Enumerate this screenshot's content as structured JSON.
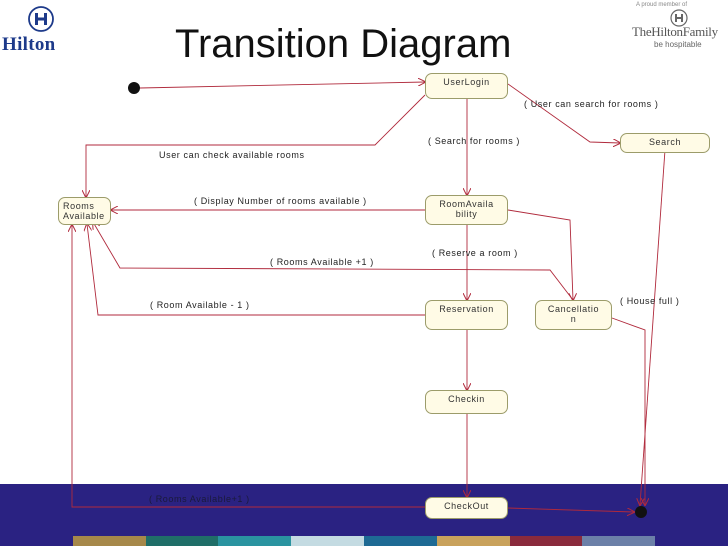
{
  "title": "Transition Diagram",
  "logo_left": {
    "text": "Hilton"
  },
  "logo_right": {
    "tagline": "A proud member of",
    "family": "TheHiltonFamily",
    "slogan": "be hospitable"
  },
  "states": {
    "user_login": "UserLogin",
    "search": "Search",
    "rooms_available_1": "Rooms",
    "rooms_available_2": "Available",
    "room_availability_1": "RoomAvaila",
    "room_availability_2": "bility",
    "reservation": "Reservation",
    "cancellation_1": "Cancellatio",
    "cancellation_2": "n",
    "checkin": "Checkin",
    "checkout": "CheckOut"
  },
  "transitions": {
    "user_can_search": "( User can search for rooms )",
    "search_for_rooms": "( Search for rooms )",
    "user_can_check": "User can check available rooms",
    "display_number": "( Display Number of rooms available )",
    "reserve_room": "( Reserve a room )",
    "rooms_available_plus": "( Rooms Available +1 )",
    "room_available_minus": "( Room Available - 1 )",
    "house_full": "( House full )",
    "rooms_available_plus_bottom": "( Rooms Available+1 )"
  },
  "colors": {
    "arrow": "#b02a3c",
    "state_fill": "#fffbe6",
    "bar": "#2a2282",
    "stripes": [
      "#2a2282",
      "#a6884a",
      "#1f6e68",
      "#2a94a0",
      "#c4dbe2",
      "#1e6a94",
      "#c9a25c",
      "#8a2a3c",
      "#6c80a8",
      "#2a2282"
    ]
  }
}
